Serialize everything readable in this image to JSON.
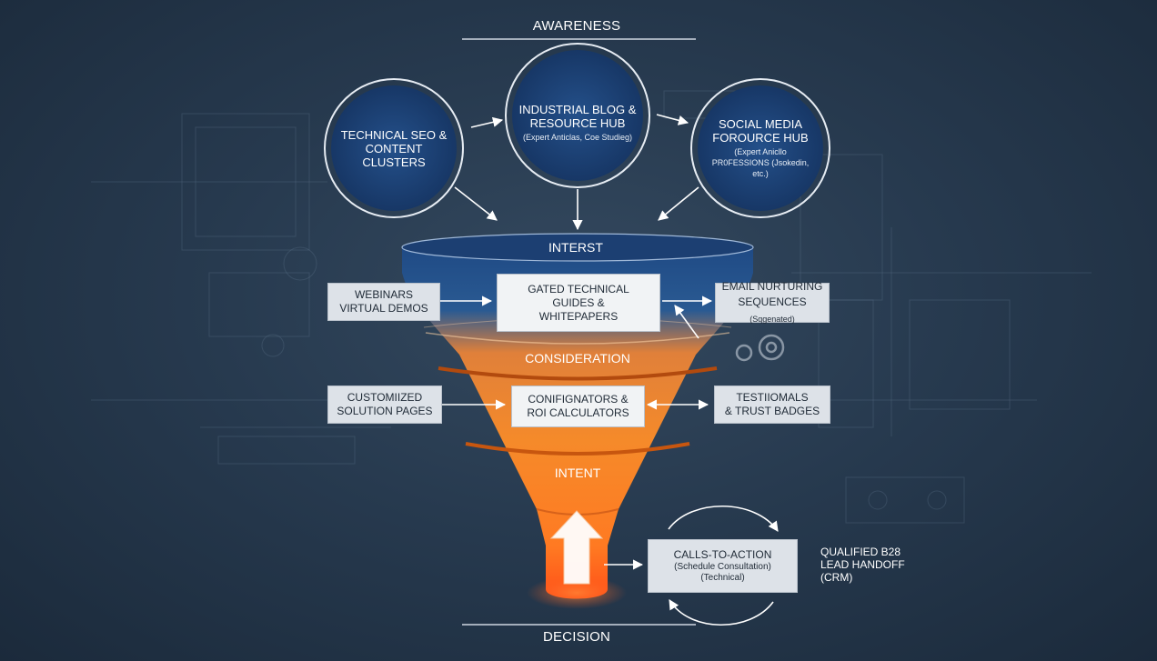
{
  "stages": {
    "awareness": "AWARENESS",
    "interest": "INTERST",
    "consideration": "CONSIDERATION",
    "intent": "INTENT",
    "decision": "DECISION"
  },
  "circles": [
    {
      "title": "TECHNICAL SEO & CONTENT CLUSTERS",
      "sub": ""
    },
    {
      "title": "INDUSTRIAL BLOG & RESOURCE HUB",
      "sub": "(Expert Anticlas, Coe Studieg)"
    },
    {
      "title": "SOCIAL MEDIA FOROURCE HUB",
      "sub": "(Expert Anicllo PR0FESSIONS (Jsokedin, etc.)"
    }
  ],
  "boxes": {
    "webinars": {
      "line1": "WEBINARS",
      "line2": "VIRTUAL DEMOS"
    },
    "gated": {
      "line1": "GATED TECHNICAL",
      "line2": "GUIDES &",
      "line3": "WHITEPAPERS"
    },
    "email": {
      "line1": "EMAIL NURTURING",
      "line2": "SEQUENCES",
      "line2_small": "(Sqgenated)"
    },
    "customized": {
      "line1": "CUSTOMIIZED",
      "line2": "SOLUTION PAGES"
    },
    "configurators": {
      "line1": "CONIFIGNATORS &",
      "line2": "ROI CALCULATORS"
    },
    "testimonials": {
      "line1": "TESTIIOMALS",
      "line2": "& TRUST BADGES"
    },
    "cta": {
      "line1": "CALLS-TO-ACTION",
      "line2": "(Schedule Consultation)",
      "line3": "(Technical)"
    }
  },
  "lead": {
    "line1": "QUALIFIED B28",
    "line2": "LEAD HANDOFF",
    "line3": "(CRM)"
  },
  "colors": {
    "background": "#273a4f",
    "circle_fill": "#1d3f73",
    "funnel_top": "#1f4a85",
    "funnel_orange": "#f58a2a",
    "funnel_bottom": "#ff5a1a",
    "box_fill": "#dde2e8"
  },
  "icons": [
    "gear-icon",
    "arrow-up-icon"
  ]
}
